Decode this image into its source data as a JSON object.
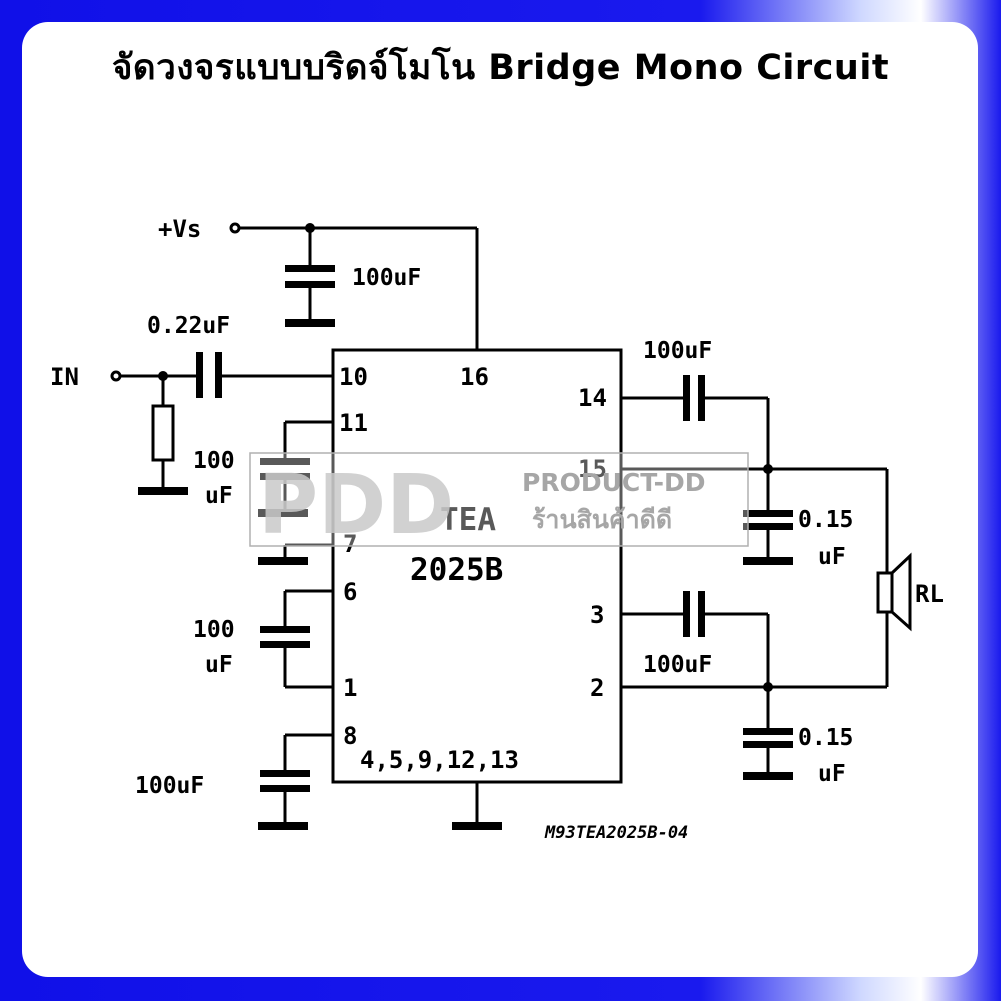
{
  "title": "จัดวงจรแบบบริดจ์โมโน Bridge Mono Circuit",
  "colors": {
    "frame": "#1a1aee",
    "card": "#ffffff",
    "ink": "#000000",
    "watermark": "#c0c0c0"
  },
  "supply_label": "+Vs",
  "input_label": "IN",
  "load_label": "RL",
  "chip": {
    "name_line1": "TEA",
    "name_line2": "2025B"
  },
  "pins": {
    "p10": "10",
    "p16": "16",
    "p11": "11",
    "p7": "7",
    "p6": "6",
    "p1": "1",
    "p8": "8",
    "gnd": "4,5,9,12,13",
    "p14": "14",
    "p15": "15",
    "p3": "3",
    "p2": "2"
  },
  "capacitors": {
    "supply": "100uF",
    "input": "0.22uF",
    "pin11_line1": "100",
    "pin11_line2": "uF",
    "pin6_line1": "100",
    "pin6_line2": "uF",
    "pin8": "100uF",
    "pin14": "100uF",
    "pin3": "100uF",
    "out_top_line1": "0.15",
    "out_top_line2": "uF",
    "out_bottom_line1": "0.15",
    "out_bottom_line2": "uF"
  },
  "reference": "M93TEA2025B-04",
  "watermark": {
    "logo": "PDD",
    "brand": "PRODUCT-DD",
    "tagline": "ร้านสินค้าดีดี"
  }
}
